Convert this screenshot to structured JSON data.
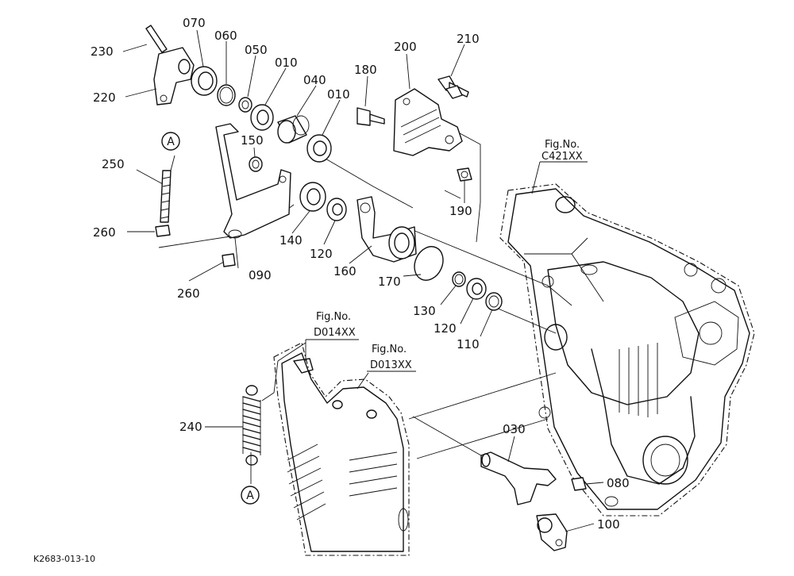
{
  "labels": {
    "p230": "230",
    "p220": "220",
    "p070": "070",
    "p060": "060",
    "p050": "050",
    "p010a": "010",
    "p040": "040",
    "p010b": "010",
    "p180": "180",
    "p200": "200",
    "p210": "210",
    "p150": "150",
    "p250": "250",
    "p260a": "260",
    "p090": "090",
    "p260b": "260",
    "p140": "140",
    "p120a": "120",
    "p160": "160",
    "p190": "190",
    "p170": "170",
    "p130": "130",
    "p120b": "120",
    "p110": "110",
    "p240": "240",
    "p030": "030",
    "p080": "080",
    "p100": "100"
  },
  "refs": {
    "c421_title": "Fig.No.",
    "c421_code": "C421XX",
    "d014_title": "Fig.No.",
    "d014_code": "D014XX",
    "d013_title": "Fig.No.",
    "d013_code": "D013XX"
  },
  "circle_marks": {
    "top": "A",
    "bottom": "A"
  },
  "drawing_code": "K2683-013-10"
}
